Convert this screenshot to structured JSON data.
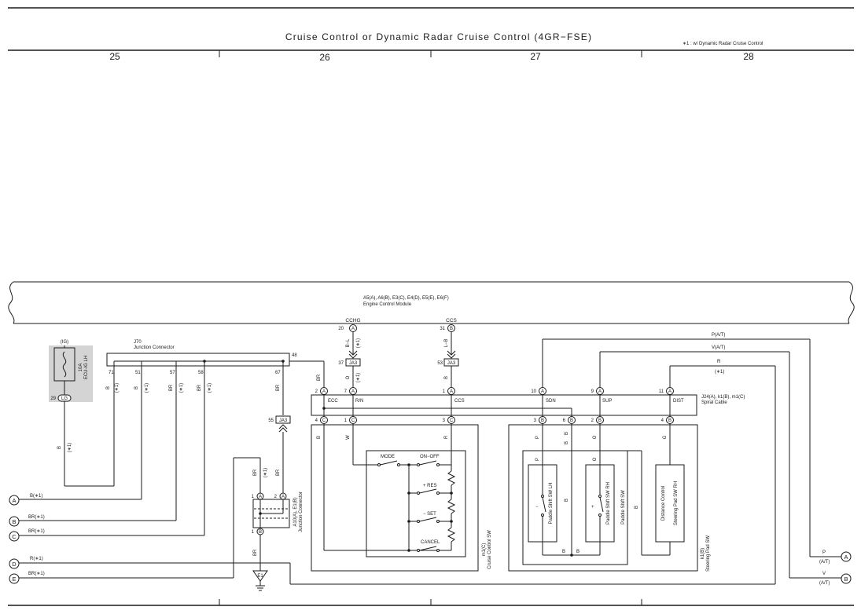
{
  "header": {
    "title": "Cruise Control or Dynamic Radar Cruise Control (4GR−FSE)",
    "footnote": "∗1 : w/ Dynamic Radar Cruise Control",
    "columns": [
      "25",
      "26",
      "27",
      "28"
    ]
  },
  "ecm": {
    "connectors": "A5(A), A6(B), E3(C), E4(D), E5(E), E6(F)",
    "name": "Engine Control Module",
    "terminals": [
      {
        "label": "CCHG",
        "pin": "20",
        "conn": "A"
      },
      {
        "label": "CCS",
        "pin": "31",
        "conn": "B"
      }
    ]
  },
  "fuse": {
    "ig": "(IG)",
    "rating": "10A",
    "name": "ECU-IG LH",
    "pin": "29",
    "conn": "LG"
  },
  "junction_j70": {
    "id": "J70",
    "name": "Junction Connector",
    "pins": [
      "71",
      "51",
      "57",
      "58",
      "67",
      "48"
    ]
  },
  "junction_a10": {
    "id": "A10(A), E1(B)",
    "name": "Junction Connector",
    "pins": [
      "1",
      "A",
      "2",
      "A",
      "1",
      "B"
    ]
  },
  "junctions": [
    {
      "pin": "37",
      "id": "JA3"
    },
    {
      "pin": "53",
      "id": "JA3"
    },
    {
      "pin": "55",
      "id": "JA3"
    }
  ],
  "spiral": {
    "id": "J24(A), k1(B), m1(C)",
    "name": "Spiral Cable",
    "top_pins": [
      {
        "pin": "2",
        "conn": "A",
        "label": "ECC"
      },
      {
        "pin": "7",
        "conn": "A",
        "label": "R/N"
      },
      {
        "pin": "1",
        "conn": "A",
        "label": "CCS"
      },
      {
        "pin": "10",
        "conn": "A",
        "label": "SDN"
      },
      {
        "pin": "9",
        "conn": "A",
        "label": "SUP"
      },
      {
        "pin": "11",
        "conn": "A",
        "label": "DIST"
      }
    ],
    "bottom_pins": [
      {
        "pin": "4",
        "conn": "C"
      },
      {
        "pin": "1",
        "conn": "C"
      },
      {
        "pin": "3",
        "conn": "C"
      },
      {
        "pin": "3",
        "conn": "B"
      },
      {
        "pin": "6",
        "conn": "B"
      },
      {
        "pin": "2",
        "conn": "B"
      },
      {
        "pin": "4",
        "conn": "B"
      }
    ]
  },
  "cruise_sw": {
    "id": "m1(C)",
    "name": "Cruise Control SW",
    "switches": [
      "MODE",
      "ON−OFF",
      "+ RES",
      "− SET",
      "CANCEL"
    ]
  },
  "steering_sw": {
    "id": "k1(B)",
    "name": "Steering Pad SW",
    "paddle_lh": "Paddle Shift SW LH",
    "paddle_rh": "Paddle Shift SW RH",
    "paddle_group": "Paddle Shift SW",
    "distance": "Distance Control",
    "pad_rh": "Steering Pad SW RH",
    "minus": "−",
    "plus": "+"
  },
  "ground": {
    "id": "E1"
  },
  "wire_colors": {
    "b_l": "B−L",
    "o": "O",
    "l_b": "L−B",
    "b": "B",
    "br": "BR",
    "w": "W",
    "r": "R",
    "p": "P",
    "g": "G",
    "star1": "(∗1)"
  },
  "top_right_wires": {
    "p_at": "P(A/T)",
    "v_at": "V(A/T)",
    "r": "R",
    "star1": "(∗1)"
  },
  "left_outputs": [
    {
      "letter": "A",
      "label": "B(∗1)"
    },
    {
      "letter": "B",
      "label": "BR(∗1)"
    },
    {
      "letter": "C",
      "label": "BR(∗1)"
    },
    {
      "letter": "D",
      "label": "R(∗1)"
    },
    {
      "letter": "E",
      "label": "BR(∗1)"
    }
  ],
  "right_outputs": [
    {
      "letter": "A",
      "color": "P",
      "sub": "(A/T)"
    },
    {
      "letter": "B",
      "color": "V",
      "sub": "(A/T)"
    }
  ]
}
